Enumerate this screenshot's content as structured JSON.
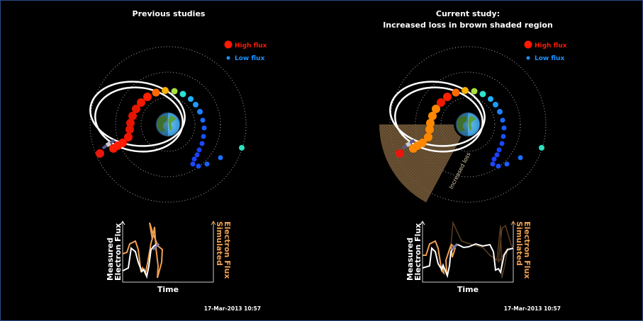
{
  "left_panel": {
    "title": "Previous studies",
    "legend": {
      "high": "High flux",
      "low": "Low flux"
    },
    "ts": {
      "ylabel_1": "Measured",
      "ylabel_2": "Electron Flux",
      "y2label_1": "Simulated",
      "y2label_2": "Electron Flux",
      "xlabel": "Time"
    },
    "timestamp": "17-Mar-2013 10:57"
  },
  "right_panel": {
    "title_1": "Current study:",
    "title_2": "Increased loss in brown shaded region",
    "legend": {
      "high": "High flux",
      "low": "Low flux"
    },
    "wedge_label": "Increased loss",
    "ts": {
      "ylabel_1": "Measured",
      "ylabel_2": "Electron Flux",
      "y2label_1": "Simulated",
      "y2label_2": "Electron Flux",
      "xlabel": "Time"
    },
    "timestamp": "17-Mar-2013 10:57"
  },
  "colors": {
    "high": "#ff1a00",
    "low": "#1e90ff",
    "simulated": "#f0a050",
    "wedge": "#8a6a40",
    "measured": "#ffffff"
  }
}
